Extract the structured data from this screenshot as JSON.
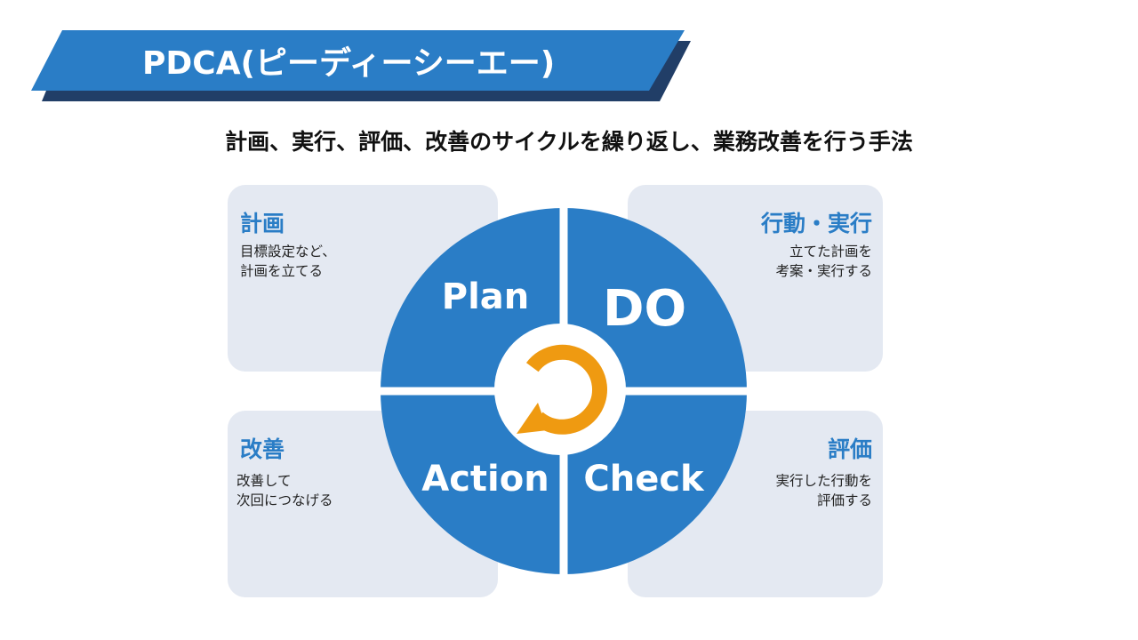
{
  "header": {
    "title": "PDCA(ピーディーシーエー)",
    "subtitle": "計画、実行、評価、改善のサイクルを繰り返し、業務改善を行う手法"
  },
  "cycle": {
    "plan": "Plan",
    "do": "DO",
    "check": "Check",
    "action": "Action",
    "center_icon": "cycle-arrow-icon"
  },
  "panels": {
    "plan": {
      "title": "計画",
      "desc": [
        "目標設定など、",
        "計画を立てる"
      ]
    },
    "do": {
      "title": "行動・実行",
      "desc": [
        "立てた計画を",
        "考案・実行する"
      ]
    },
    "action": {
      "title": "改善",
      "desc": [
        "改善して",
        "次回につなげる"
      ]
    },
    "check": {
      "title": "評価",
      "desc": [
        "実行した行動を",
        "評価する"
      ]
    }
  },
  "colors": {
    "banner_front": "#2a7dc6",
    "banner_back": "#213e67",
    "circle_blue": "#2a7dc6",
    "panel_bg": "#e4e9f2",
    "panel_title": "#2a7dc6",
    "cycle_orange": "#ef9a11"
  }
}
